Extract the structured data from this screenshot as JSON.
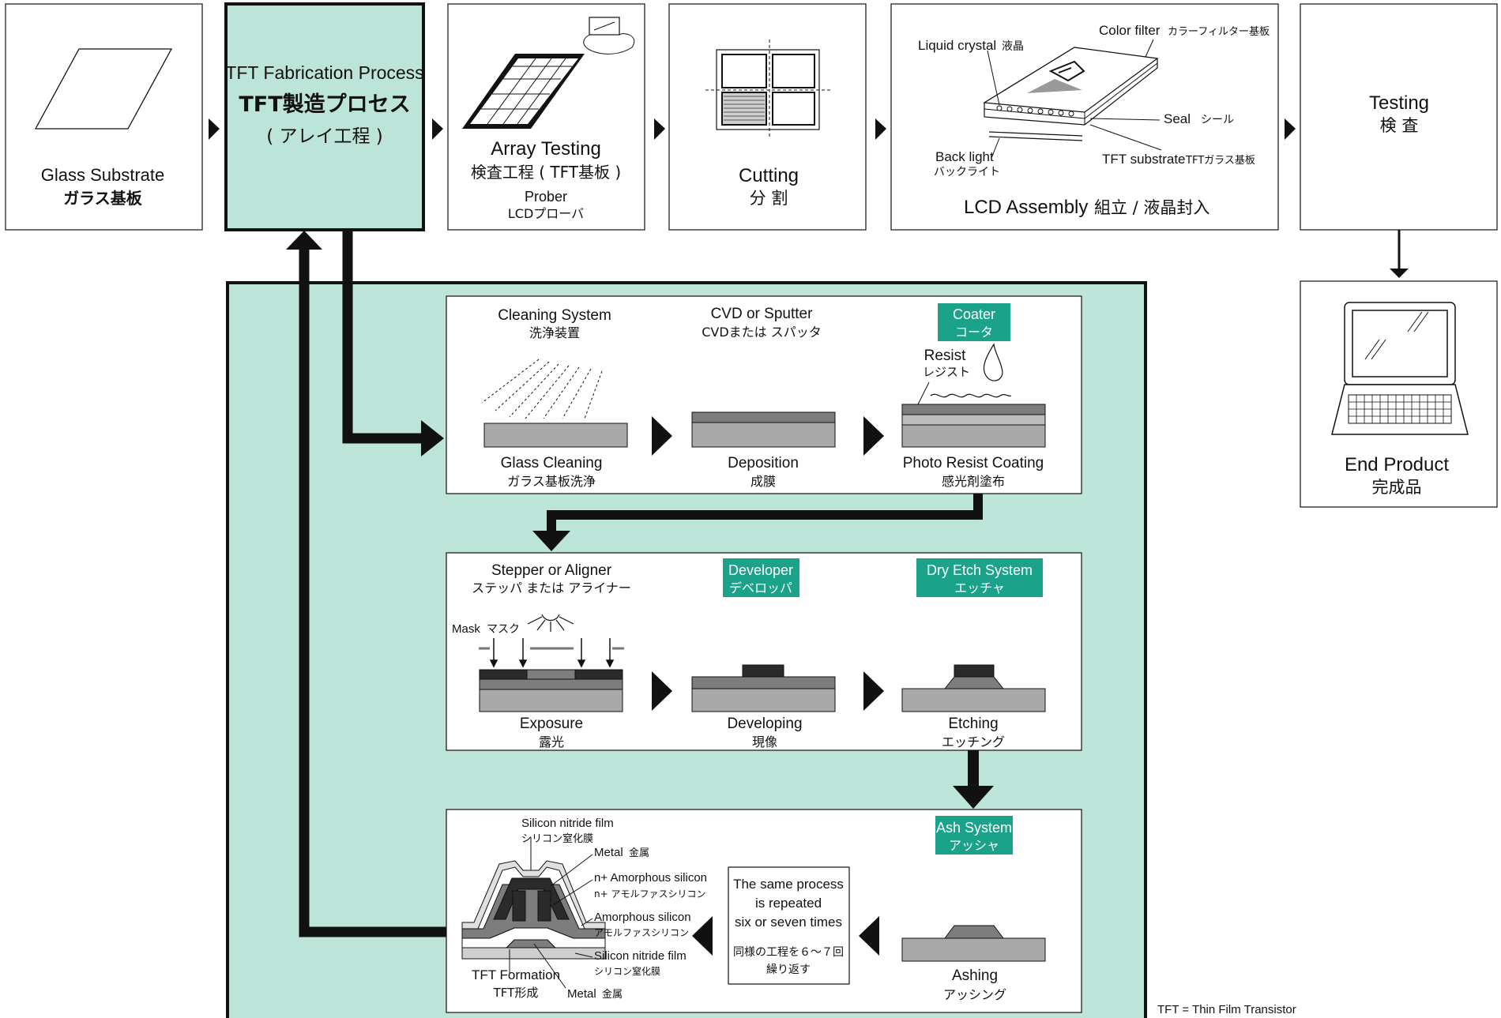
{
  "colors": {
    "panel": "#bde4d9",
    "badge": "#1aa28b",
    "stroke": "#111111",
    "layer_grey": "#a9a9a9",
    "layer_dark": "#7d7d7d",
    "layer_black": "#2b2b2b"
  },
  "top_flow": {
    "glass": {
      "en": "Glass Substrate",
      "jp": "ガラス基板"
    },
    "tft": {
      "en": "TFT Fabrication Process",
      "jp": "TFT製造プロセス",
      "jp2": "( アレイ工程 )"
    },
    "array": {
      "en": "Array Testing",
      "jp": "検査工程 ( TFT基板 )",
      "prober_en": "Prober",
      "prober_jp": "LCDプローバ"
    },
    "cutting": {
      "en": "Cutting",
      "jp": "分 割"
    },
    "lcd": {
      "title_en": "LCD Assembly",
      "title_jp": "組立 / 液晶封入",
      "liquid_en": "Liquid crystal",
      "liquid_jp": "液晶",
      "color_en": "Color filter",
      "color_jp": "カラーフィルター基板",
      "seal_en": "Seal",
      "seal_jp": "シール",
      "back_en": "Back light",
      "back_jp": "バックライト",
      "tftsub_en": "TFT substrate",
      "tftsub_jp": "TFTガラス基板"
    },
    "testing": {
      "en": "Testing",
      "jp": "検 査"
    },
    "end_product": {
      "en": "End Product",
      "jp": "完成品"
    }
  },
  "row1": {
    "cleaning_sys": {
      "en": "Cleaning System",
      "jp": "洗浄装置"
    },
    "cvd_sys": {
      "en": "CVD or Sputter",
      "jp": "CVDまたは スパッタ"
    },
    "coater": {
      "en": "Coater",
      "jp": "コータ"
    },
    "resist": {
      "en": "Resist",
      "jp": "レジスト"
    },
    "glass_cleaning": {
      "en": "Glass Cleaning",
      "jp": "ガラス基板洗浄"
    },
    "deposition": {
      "en": "Deposition",
      "jp": "成膜"
    },
    "photo_resist": {
      "en": "Photo Resist Coating",
      "jp": "感光剤塗布"
    }
  },
  "row2": {
    "stepper": {
      "en": "Stepper or Aligner",
      "jp": "ステッパ または アライナー"
    },
    "developer": {
      "en": "Developer",
      "jp": "デベロッパ"
    },
    "dry_etch": {
      "en": "Dry Etch System",
      "jp": "エッチャ"
    },
    "mask_en": "Mask",
    "mask_jp": "マスク",
    "exposure": {
      "en": "Exposure",
      "jp": "露光"
    },
    "developing": {
      "en": "Developing",
      "jp": "現像"
    },
    "etching": {
      "en": "Etching",
      "jp": "エッチング"
    }
  },
  "row3": {
    "ash_system": {
      "en": "Ash System",
      "jp": "アッシャ"
    },
    "ashing": {
      "en": "Ashing",
      "jp": "アッシング"
    },
    "repeat": {
      "l1": "The same process",
      "l2": "is repeated",
      "l3": "six or seven times",
      "jp1": "同様の工程を６～７回",
      "jp2": "繰り返す"
    },
    "tft_formation": {
      "en": "TFT Formation",
      "jp": "TFT形成"
    },
    "si_nitride_top": {
      "en": "Silicon nitride film",
      "jp": "シリコン窒化膜"
    },
    "metal_top": {
      "en": "Metal",
      "jp": "金属"
    },
    "n_amorph": {
      "en": "n+ Amorphous silicon",
      "jp": "n+ アモルファスシリコン"
    },
    "amorph": {
      "en": "Amorphous silicon",
      "jp": "アモルファスシリコン"
    },
    "si_nitride_bot": {
      "en": "Silicon nitride film",
      "jp": "シリコン窒化膜"
    },
    "metal_bot": {
      "en": "Metal",
      "jp": "金属"
    }
  },
  "footnote": "TFT = Thin Film Transistor"
}
